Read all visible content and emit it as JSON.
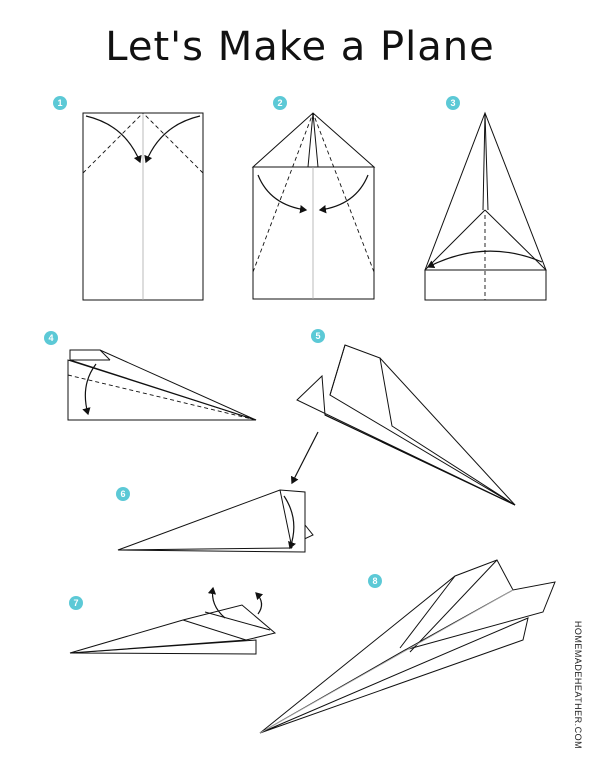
{
  "title": "Let's Make a Plane",
  "website": "HOMEMADEHEATHER.COM",
  "steps": [
    "1",
    "2",
    "3",
    "4",
    "5",
    "6",
    "7",
    "8"
  ],
  "colors": {
    "badge": "#5cc9d6",
    "line": "#111111"
  }
}
